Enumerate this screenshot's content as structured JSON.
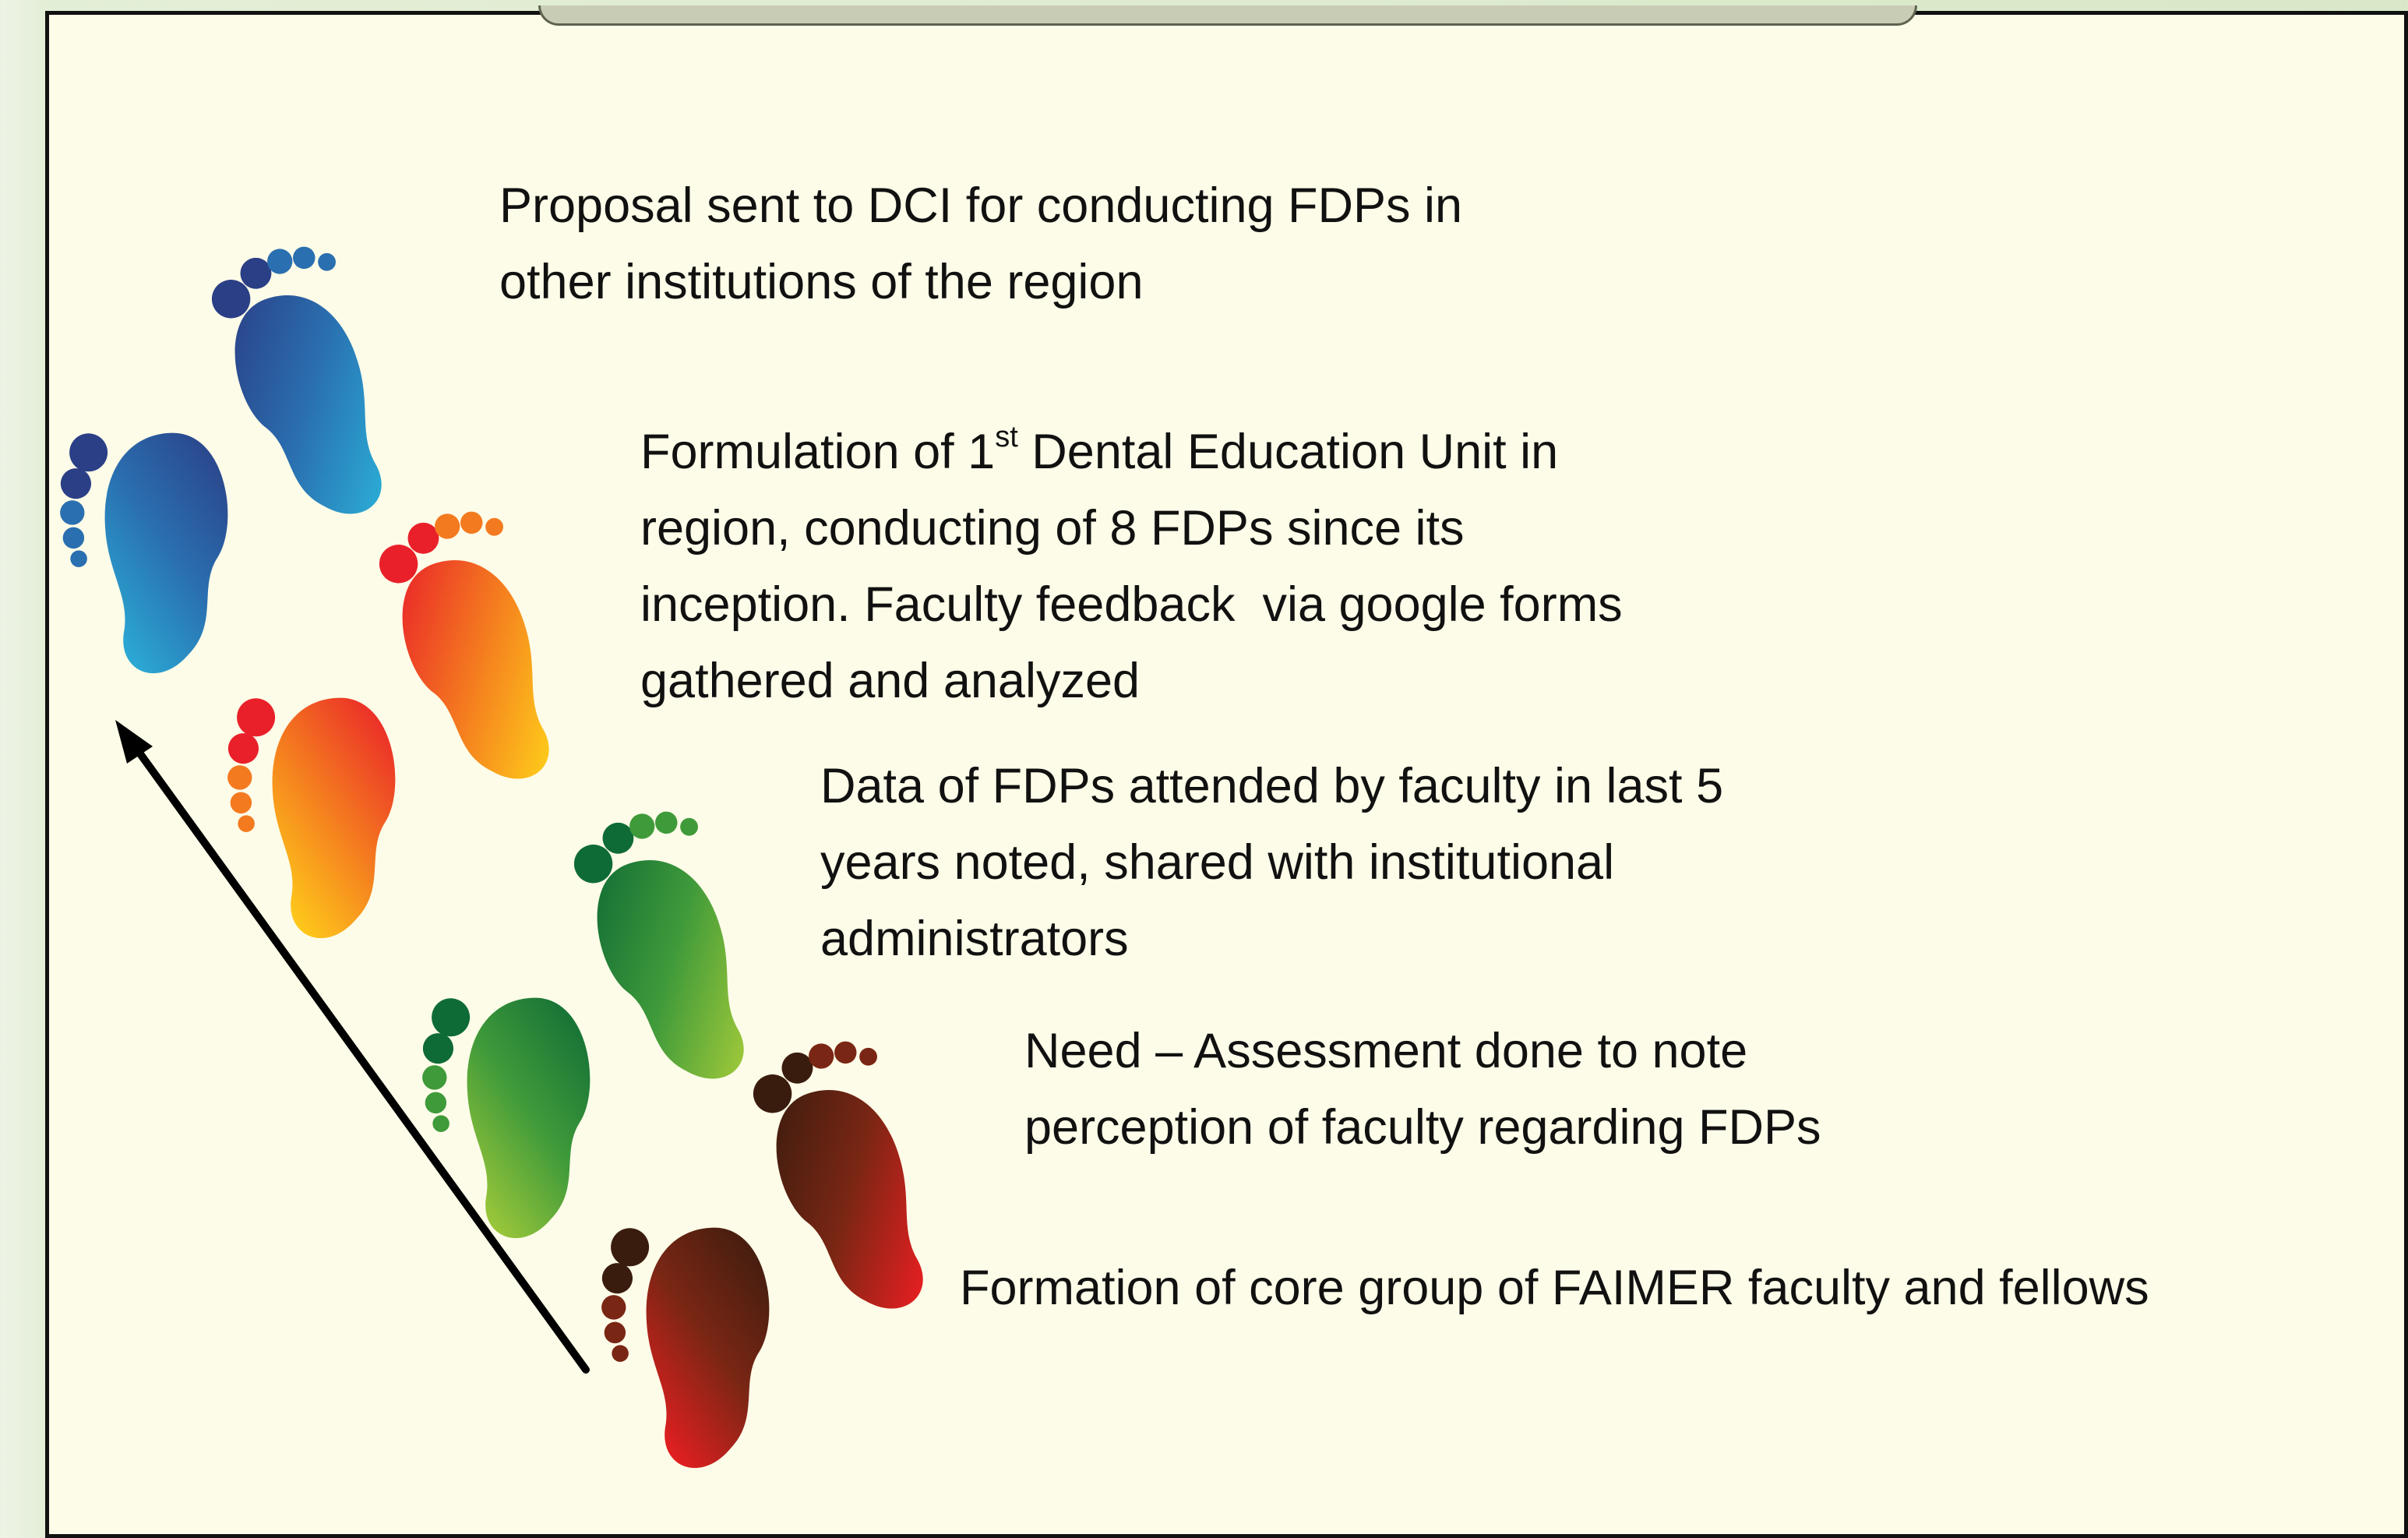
{
  "steps": [
    {
      "id": "step-5",
      "lines": [
        "Proposal sent to DCI for conducting FDPs in",
        "other institutions of the region"
      ]
    },
    {
      "id": "step-4",
      "line1_pre": "Formulation of 1",
      "line1_sup": "st",
      "line1_post": " Dental Education Unit in",
      "lines_rest": [
        "region, conducting of 8 FDPs since its",
        "inception. Faculty feedback  via google forms",
        "gathered and analyzed"
      ]
    },
    {
      "id": "step-3",
      "lines": [
        "Data of FDPs attended by faculty in last 5",
        "years noted, shared with institutional",
        "administrators"
      ]
    },
    {
      "id": "step-2",
      "lines": [
        "Need – Assessment done to note",
        "perception of faculty regarding FDPs"
      ]
    },
    {
      "id": "step-1",
      "lines": [
        "Formation of core group of FAIMER faculty and fellows"
      ]
    }
  ],
  "footprints": [
    {
      "name": "footprint-blue",
      "colors": [
        "#2b3f86",
        "#2a6fb0",
        "#2bb0d8"
      ]
    },
    {
      "name": "footprint-orange",
      "colors": [
        "#e9202a",
        "#f47a1f",
        "#ffd21a"
      ]
    },
    {
      "name": "footprint-green",
      "colors": [
        "#0f6b35",
        "#3f9a3a",
        "#a6cc3a"
      ]
    },
    {
      "name": "footprint-brown",
      "colors": [
        "#3a1c0e",
        "#7a2614",
        "#f01e22"
      ]
    }
  ],
  "arrow_color": "#000000"
}
